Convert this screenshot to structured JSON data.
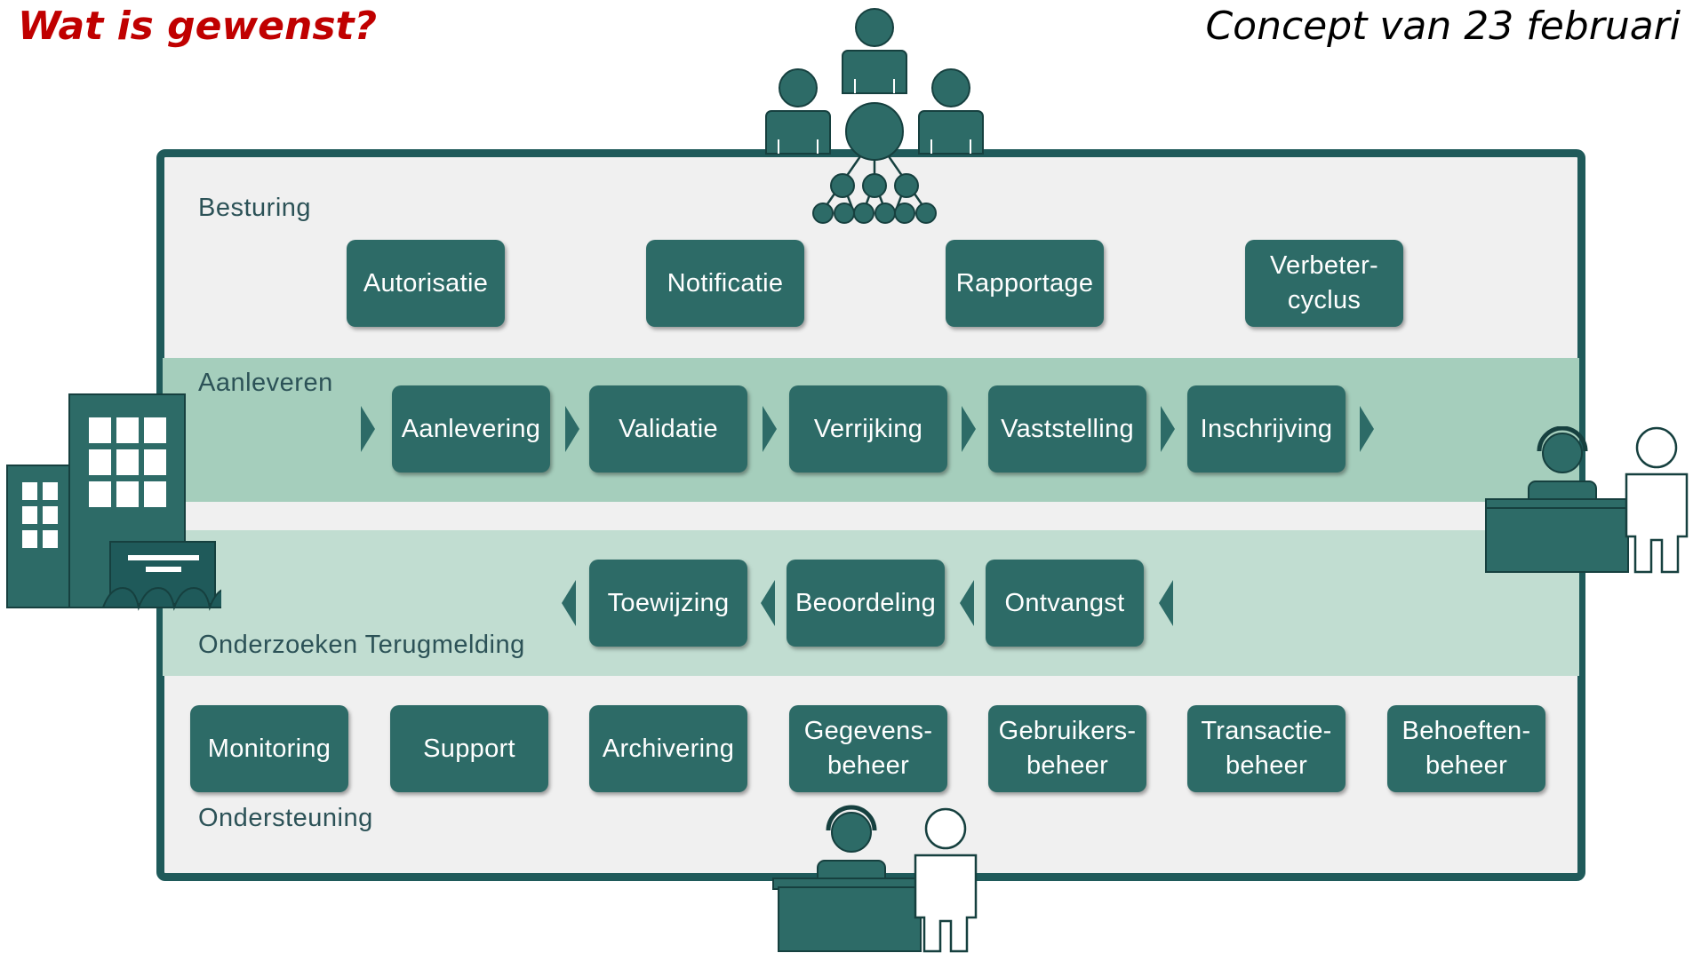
{
  "header": {
    "title": "Wat is gewenst?",
    "concept": "Concept van 23 februari"
  },
  "colors": {
    "title": "#c00000",
    "box": "#2d6b67",
    "frame": "#1f5a5a",
    "band_aanleveren": "#a5cebc",
    "band_onderzoeken": "#c1ddd1",
    "background": "#f0f0f0"
  },
  "sections": {
    "besturing": {
      "label": "Besturing",
      "items": [
        "Autorisatie",
        "Notificatie",
        "Rapportage",
        "Verbeter-\ncyclus"
      ]
    },
    "aanleveren": {
      "label": "Aanleveren",
      "items": [
        "Aanlevering",
        "Validatie",
        "Verrijking",
        "Vaststelling",
        "Inschrijving"
      ]
    },
    "onderzoeken": {
      "label": "Onderzoeken Terugmelding",
      "items": [
        "Toewijzing",
        "Beoordeling",
        "Ontvangst"
      ]
    },
    "ondersteuning": {
      "label": "Ondersteuning",
      "items": [
        "Monitoring",
        "Support",
        "Archivering",
        "Gegevens-\nbeheer",
        "Gebruikers-\nbeheer",
        "Transactie-\nbeheer",
        "Behoeften-\nbeheer"
      ]
    }
  },
  "icons": [
    "organization-people-icon",
    "hierarchy-icon",
    "building-icon",
    "service-desk-icon"
  ]
}
